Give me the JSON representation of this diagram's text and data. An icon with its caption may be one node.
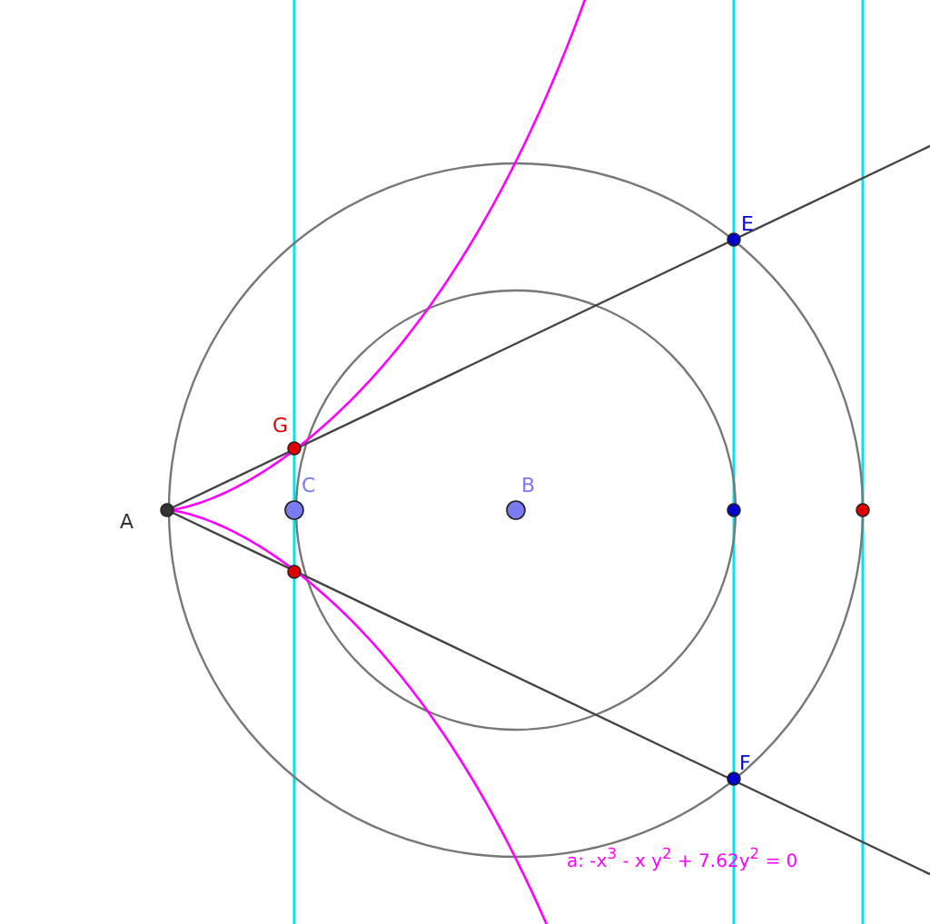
{
  "diagram": {
    "labels": [
      "E",
      "G",
      "A",
      "C",
      "B",
      "F",
      "a: -x$^{3}$ - x y$^{2}$ + 7.62y$^{2}$ = 0"
    ]
  }
}
